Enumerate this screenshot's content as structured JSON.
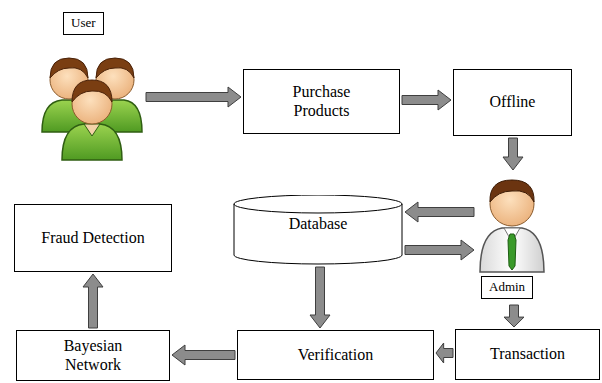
{
  "diagram": {
    "nodes": [
      {
        "text": [
          "User"
        ]
      },
      {
        "text": [
          "Purchase Products"
        ]
      },
      {
        "text": [
          "Offline"
        ]
      },
      {
        "text": [
          "Fraud Detection"
        ]
      },
      {
        "text": [
          "Database"
        ]
      },
      {
        "text": [
          "Admin"
        ]
      },
      {
        "text": [
          "Bayesian Network"
        ]
      },
      {
        "text": [
          "Verification"
        ]
      },
      {
        "text": [
          "Transaction"
        ]
      }
    ],
    "edges": [
      {
        "from": 0,
        "to": 1,
        "arrow": "to"
      },
      {
        "from": 1,
        "to": 2,
        "arrow": "to"
      },
      {
        "from": 2,
        "to": 5,
        "arrow": "to"
      },
      {
        "from": 5,
        "to": 4,
        "arrow": "to"
      },
      {
        "from": 4,
        "to": 5,
        "arrow": "to"
      },
      {
        "from": 5,
        "to": 8,
        "arrow": "to"
      },
      {
        "from": 4,
        "to": 7,
        "arrow": "to"
      },
      {
        "from": 8,
        "to": 7,
        "arrow": "to"
      },
      {
        "from": 7,
        "to": 6,
        "arrow": "to"
      },
      {
        "from": 6,
        "to": 3,
        "arrow": "to"
      }
    ]
  }
}
